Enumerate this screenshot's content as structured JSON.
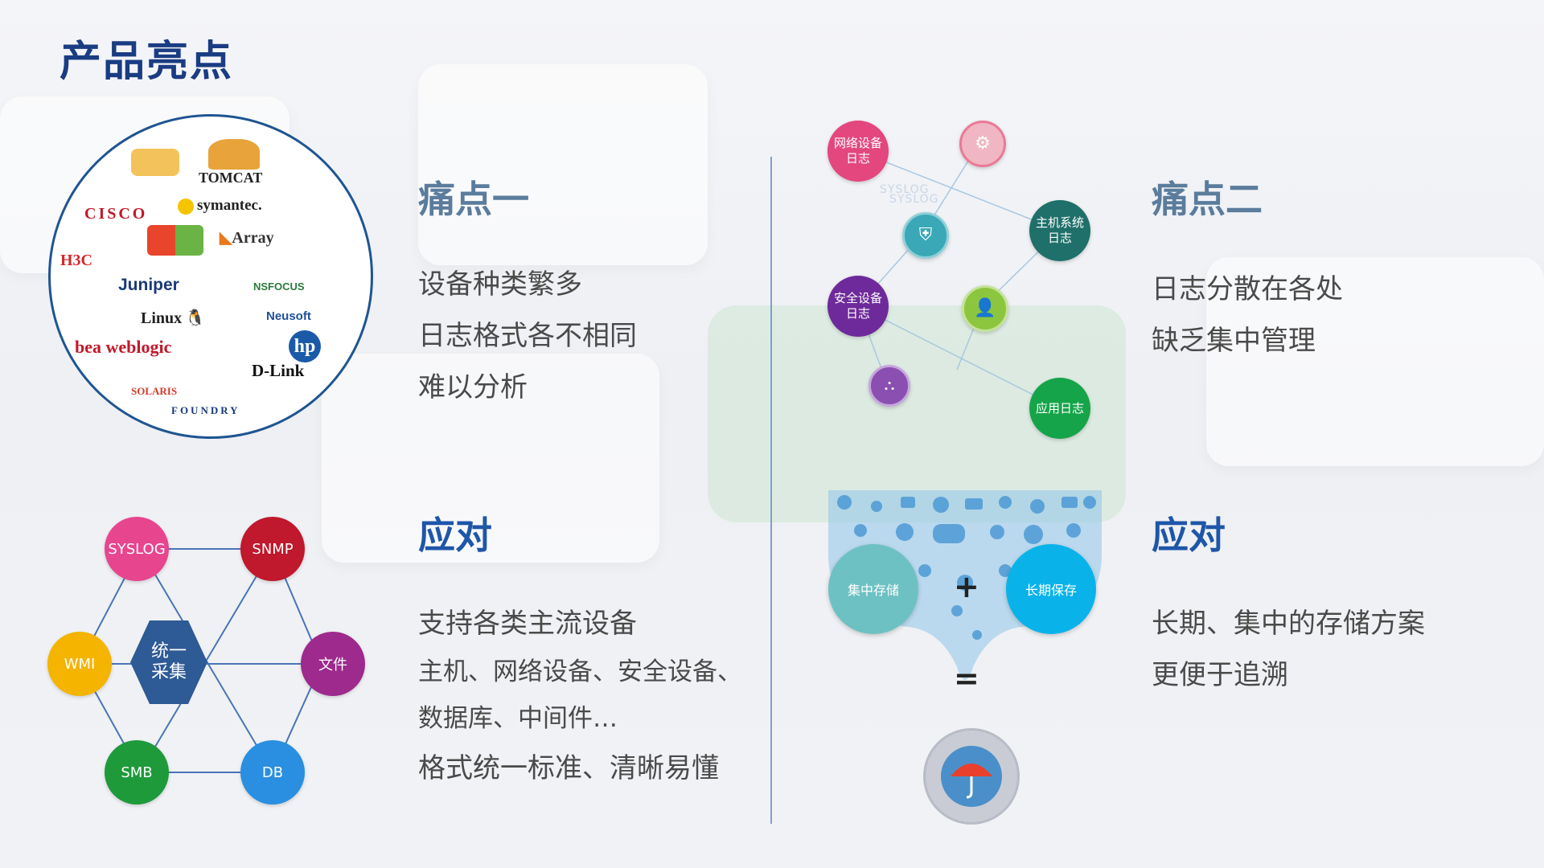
{
  "title": "产品亮点",
  "pain1": {
    "heading": "痛点一",
    "lines": [
      "设备种类繁多",
      "日志格式各不相同",
      "难以分析"
    ]
  },
  "response1": {
    "heading": "应对",
    "lines": [
      "支持各类主流设备",
      "主机、网络设备、安全设备、",
      "数据库、中间件…",
      "格式统一标准、清晰易懂"
    ]
  },
  "pain2": {
    "heading": "痛点二",
    "lines": [
      "日志分散在各处",
      "缺乏集中管理"
    ]
  },
  "response2": {
    "heading": "应对",
    "lines": [
      "长期、集中的存储方案",
      "更便于追溯"
    ]
  },
  "vendors": [
    "TOMCAT",
    "CISCO",
    "symantec.",
    "Array",
    "H3C",
    "Juniper",
    "NSFOCUS",
    "Linux",
    "Neusoft",
    "bea weblogic",
    "hp",
    "D-Link",
    "SOLARIS",
    "FOUNDRY"
  ],
  "collect": {
    "center": "统一\n采集",
    "nodes": [
      "SYSLOG",
      "SNMP",
      "WMI",
      "文件",
      "SMB",
      "DB"
    ],
    "colors": {
      "SYSLOG": "#e8458f",
      "SNMP": "#c0182c",
      "WMI": "#f4b400",
      "文件": "#9d2a8c",
      "SMB": "#1e9a3a",
      "DB": "#2a8fe0",
      "center": "#2e5a95"
    }
  },
  "logs": {
    "network": "网络设备\n日志",
    "host": "主机系统\n日志",
    "security": "安全设备\n日志",
    "app": "应用日志",
    "syslog1": "SYSLOG",
    "syslog2": "SYSLOG"
  },
  "storage": {
    "central": "集中存储",
    "longterm": "长期保存",
    "plus": "+",
    "equals": "="
  }
}
